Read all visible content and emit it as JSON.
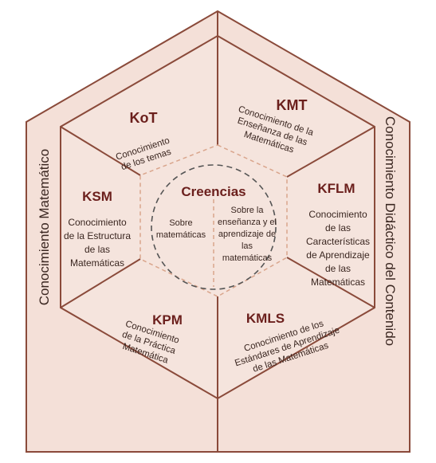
{
  "colors": {
    "outline": "#8a4a3a",
    "fill_outer": "#f4e0d8",
    "fill_inner": "#f5e4dd",
    "dash": "#d9a58c",
    "circle": "#555555",
    "title": "#6b1f1c",
    "text": "#3a2620"
  },
  "outer": {
    "left_label": "Conocimiento Matemático",
    "right_label": "Conocimiento Didáctico del Contenido"
  },
  "segments": {
    "kot": {
      "title": "KoT",
      "lines": [
        "Conocimiento",
        "de los temas"
      ]
    },
    "kmt": {
      "title": "KMT",
      "lines": [
        "Conocimiento de la",
        "Enseñanza de las",
        "Matemáticas"
      ]
    },
    "ksm": {
      "title": "KSM",
      "lines": [
        "Conocimiento",
        "de la Estructura",
        "de las",
        "Matemáticas"
      ]
    },
    "kflm": {
      "title": "KFLM",
      "lines": [
        "Conocimiento",
        "de las",
        "Características",
        "de Aprendizaje",
        "de las",
        "Matemáticas"
      ]
    },
    "kpm": {
      "title": "KPM",
      "lines": [
        "Conocimiento",
        "de la Práctica",
        "Matemática"
      ]
    },
    "kmls": {
      "title": "KMLS",
      "lines": [
        "Conocimiento de los",
        "Estándares de Aprendizaje",
        "de las Matemáticas"
      ]
    }
  },
  "center": {
    "title": "Creencias",
    "left_lines": [
      "Sobre",
      "matemáticas"
    ],
    "right_lines": [
      "Sobre la",
      "enseñanza y el",
      "aprendizaje de",
      "las",
      "matemáticas"
    ]
  }
}
